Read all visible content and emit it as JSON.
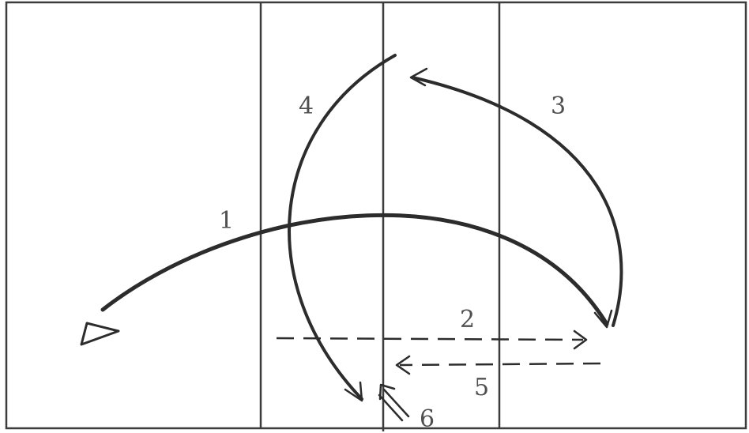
{
  "labels": {
    "one": "1",
    "two": "2",
    "three": "3",
    "four": "4",
    "five": "5",
    "six": "6"
  },
  "colors": {
    "line": "#2c2c2c",
    "frame": "#3c3c3c",
    "label": "#505050",
    "background": "#ffffff"
  },
  "icons": {
    "start_marker": "triangle-icon"
  }
}
